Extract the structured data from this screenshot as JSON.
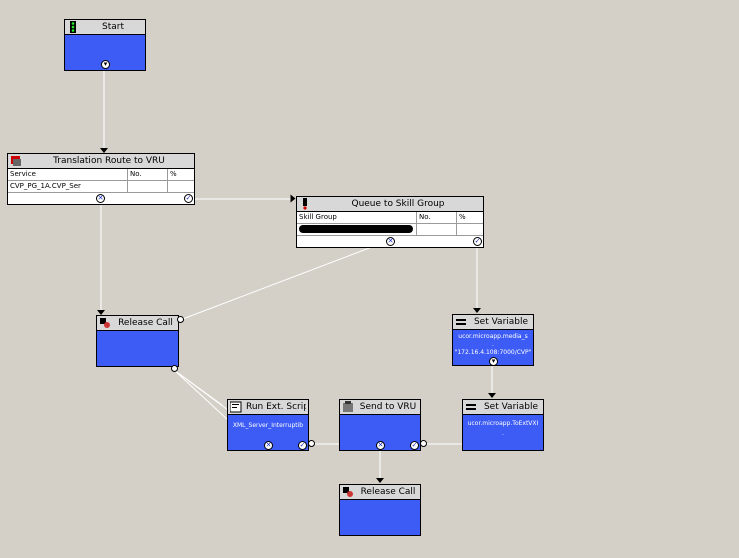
{
  "nodes": {
    "start": {
      "title": "Start"
    },
    "translation": {
      "title": "Translation Route to VRU",
      "headers": [
        "Service",
        "No.",
        "%"
      ],
      "rows": [
        [
          "CVP_PG_1A.CVP_Ser",
          "",
          ""
        ]
      ]
    },
    "queue": {
      "title": "Queue to Skill Group",
      "headers": [
        "Skill Group",
        "No.",
        "%"
      ]
    },
    "release1": {
      "title": "Release Call"
    },
    "setvar1": {
      "title": "Set Variable",
      "lines": [
        "ucor.microapp.media_s",
        ".",
        "\"172.16.4.108:7000/CVP\""
      ]
    },
    "runext": {
      "title": "Run Ext. Script",
      "lines": [
        "XML_Server_Interruptib"
      ]
    },
    "sendvru": {
      "title": "Send to VRU"
    },
    "setvar2": {
      "title": "Set Variable",
      "lines": [
        "ucor.microapp.ToExtVXI",
        "."
      ]
    },
    "release2": {
      "title": "Release Call"
    }
  },
  "colors": {
    "node_fill": "#3d5cf5",
    "canvas": "#d4d0c8",
    "header": "#d8d8d8"
  }
}
